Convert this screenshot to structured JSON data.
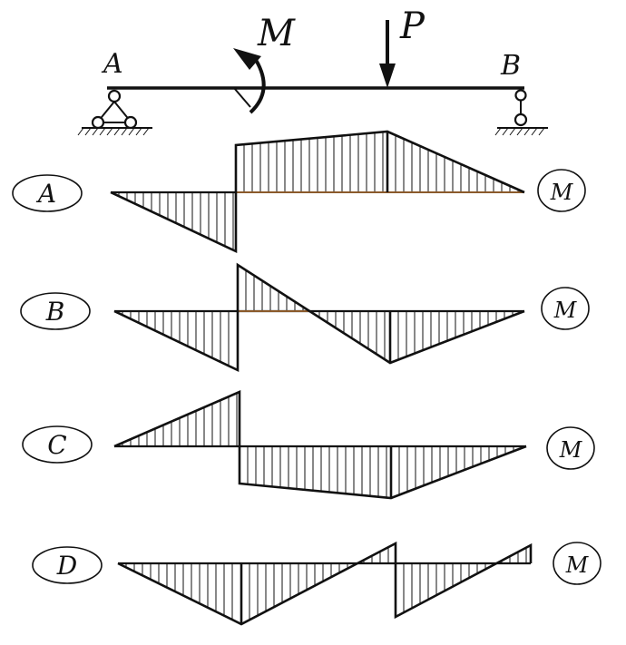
{
  "beam": {
    "support_left_label": "A",
    "support_right_label": "B",
    "moment_label": "M",
    "force_label": "P"
  },
  "options": [
    {
      "label": "A",
      "unit_label": "M"
    },
    {
      "label": "B",
      "unit_label": "M"
    },
    {
      "label": "C",
      "unit_label": "M"
    },
    {
      "label": "D",
      "unit_label": "M"
    }
  ]
}
